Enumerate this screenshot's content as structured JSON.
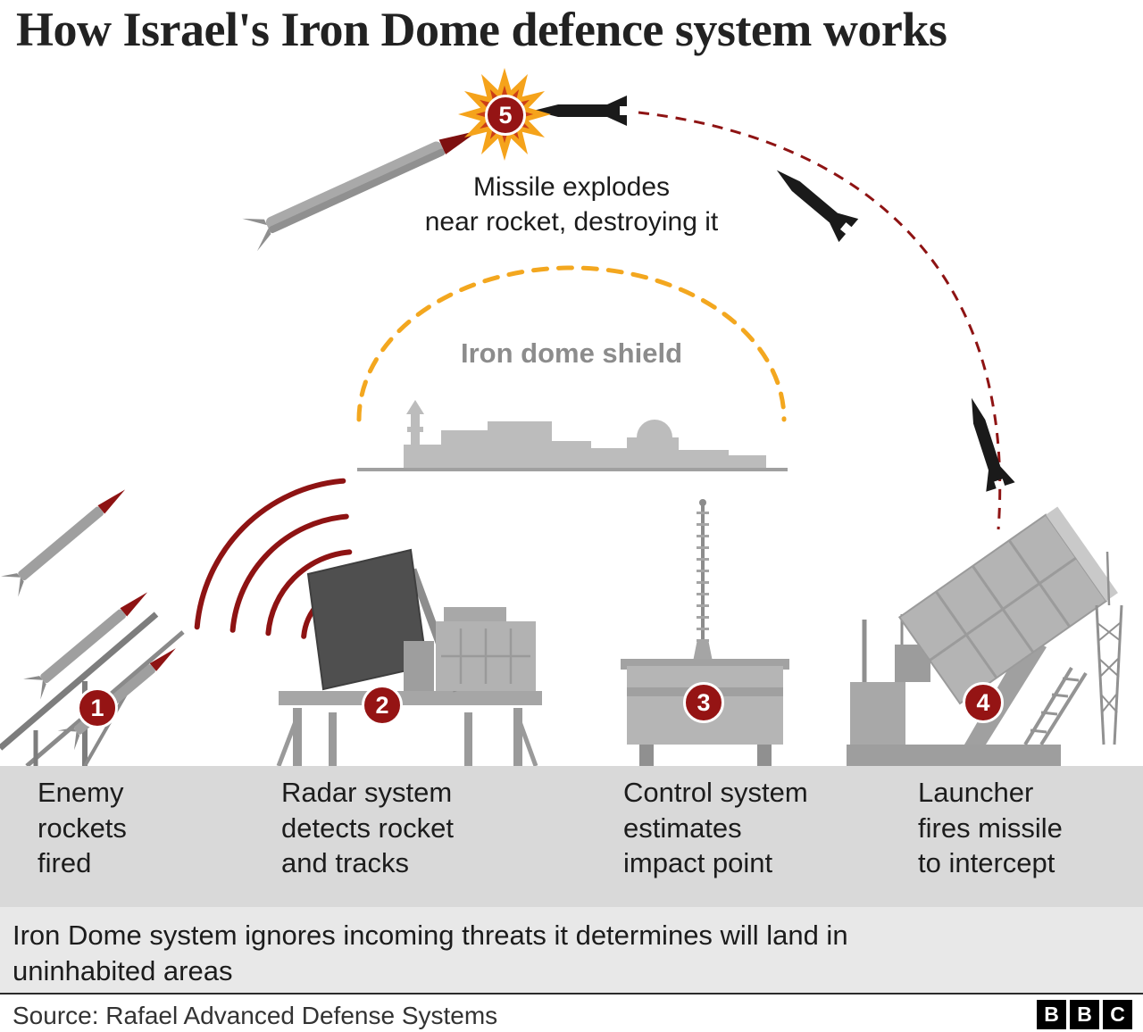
{
  "title": "How Israel's Iron Dome defence system works",
  "colors": {
    "dark_red": "#951414",
    "orange": "#f3a71f",
    "equipment_gray": "#b0b0b0",
    "band_gray": "#d9d9d9",
    "note_gray": "#e8e8e8",
    "black_missile": "#1a1a1a"
  },
  "interception": {
    "number": "5",
    "caption": "Missile explodes\nnear rocket, destroying it"
  },
  "shield": {
    "label": "Iron dome shield"
  },
  "steps": [
    {
      "number": "1",
      "caption": "Enemy\nrockets\nfired"
    },
    {
      "number": "2",
      "caption": "Radar system\ndetects rocket\nand tracks"
    },
    {
      "number": "3",
      "caption": "Control system\nestimates\nimpact point"
    },
    {
      "number": "4",
      "caption": "Launcher\nfires missile\nto intercept"
    }
  ],
  "note": "Iron Dome system ignores incoming threats it determines will land in\nuninhabited areas",
  "source": "Source: Rafael Advanced Defense Systems",
  "logo": {
    "letters": [
      "B",
      "B",
      "C"
    ]
  }
}
